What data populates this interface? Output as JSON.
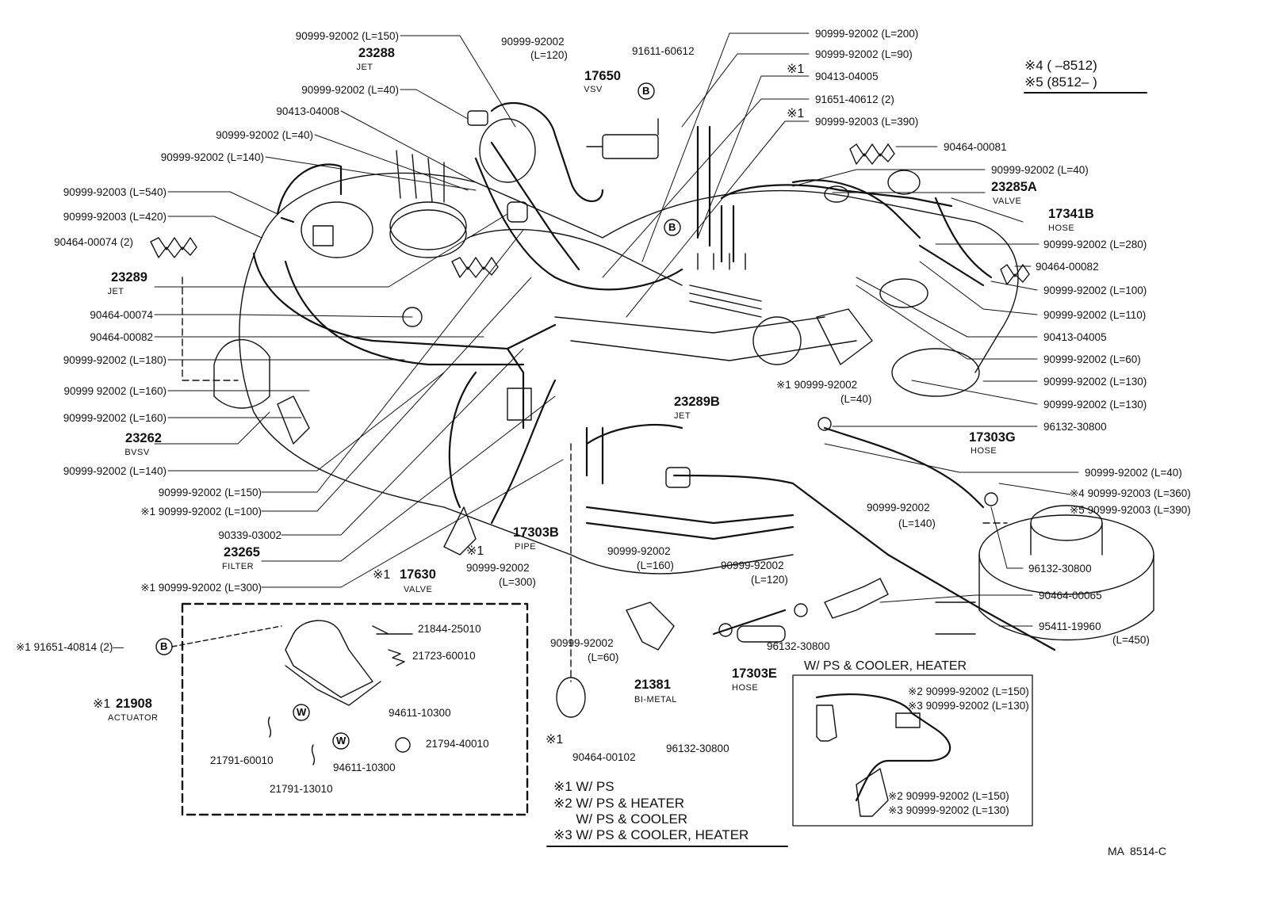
{
  "diagram": {
    "code": "MA  8514-C",
    "box_title": "W/ PS & COOLER, HEATER",
    "note_top": [
      "※4 (        –8512)",
      "※5 (8512–        )"
    ],
    "notes_bottom": [
      "※1 W/ PS",
      "※2 W/ PS & HEATER",
      "      W/ PS & COOLER",
      "※3 W/ PS & COOLER, HEATER"
    ],
    "circle_marks": {
      "B": "B",
      "W": "W"
    },
    "labels_left": [
      {
        "text": "90999-92002 (L=150)"
      },
      {
        "text": "90999-92002 (L=40)"
      },
      {
        "text": "90413-04008"
      },
      {
        "text": "90999-92002 (L=40)"
      },
      {
        "text": "90999-92002 (L=140)"
      },
      {
        "text": "90999-92003 (L=540)"
      },
      {
        "text": "90999-92003 (L=420)"
      },
      {
        "text": "90464-00074 (2)"
      },
      {
        "text": "90464-00074"
      },
      {
        "text": "90464-00082"
      },
      {
        "text": "90999-92002 (L=180)"
      },
      {
        "text": "90999 92002 (L=160)"
      },
      {
        "text": "90999-92002 (L=160)"
      },
      {
        "text": "90999-92002 (L=140)"
      },
      {
        "text": "90999-92002 (L=150)"
      },
      {
        "text": "※1  90999-92002 (L=100)"
      },
      {
        "text": "90339-03002"
      },
      {
        "text": "※1  90999-92002 (L=300)"
      }
    ],
    "parts_named": [
      {
        "num": "23288",
        "name": "JET"
      },
      {
        "num": "23289",
        "name": "JET"
      },
      {
        "num": "23262",
        "name": "BVSV"
      },
      {
        "num": "23265",
        "name": "FILTER"
      },
      {
        "num": "17650",
        "name": "VSV"
      },
      {
        "num": "17630",
        "name": "VALVE",
        "prefix": "※1"
      },
      {
        "num": "17303B",
        "name": "PIPE"
      },
      {
        "num": "23289B",
        "name": "JET"
      },
      {
        "num": "17303G",
        "name": "HOSE"
      },
      {
        "num": "23285A",
        "name": "VALVE"
      },
      {
        "num": "17341B",
        "name": "HOSE"
      },
      {
        "num": "21381",
        "name": "BI-METAL"
      },
      {
        "num": "17303E",
        "name": "HOSE"
      },
      {
        "num": "21908",
        "name": "ACTUATOR",
        "prefix": "※1"
      }
    ],
    "labels_top": [
      {
        "text": "90999-92002"
      },
      {
        "text": "(L=120)"
      },
      {
        "text": "91611-60612"
      }
    ],
    "labels_right": [
      {
        "text": "90999-92002 (L=200)"
      },
      {
        "text": "90999-92002 (L=90)"
      },
      {
        "text": "90413-04005",
        "prefix": "※1"
      },
      {
        "text": "91651-40612 (2)"
      },
      {
        "text": "90999-92003 (L=390)",
        "prefix": "※1"
      },
      {
        "text": "90464-00081"
      },
      {
        "text": "90999-92002 (L=40)"
      },
      {
        "text": "90999-92002 (L=280)"
      },
      {
        "text": "90464-00082"
      },
      {
        "text": "90999-92002 (L=100)"
      },
      {
        "text": "90999-92002 (L=110)"
      },
      {
        "text": "90413-04005"
      },
      {
        "text": "90999-92002 (L=60)"
      },
      {
        "text": "90999-92002 (L=130)"
      },
      {
        "text": "90999-92002 (L=130)"
      },
      {
        "text": "96132-30800"
      },
      {
        "text": "90999-92002 (L=40)"
      },
      {
        "text": "※4  90999-92003 (L=360)"
      },
      {
        "text": "※5  90999-92003 (L=390)"
      },
      {
        "text": "96132-30800"
      },
      {
        "text": "90464-00065"
      },
      {
        "text": "95411-19960"
      },
      {
        "text": "(L=450)"
      }
    ],
    "labels_center": [
      {
        "text": "※1  90999-92002"
      },
      {
        "text": "(L=40)"
      },
      {
        "text": "90999-92002"
      },
      {
        "text": "(L=140)"
      },
      {
        "text": "※1"
      },
      {
        "text": "90999-92002"
      },
      {
        "text": "(L=300)"
      },
      {
        "text": "90999-92002"
      },
      {
        "text": "(L=160)"
      },
      {
        "text": "90999-92002"
      },
      {
        "text": "(L=120)"
      },
      {
        "text": "90999-92002"
      },
      {
        "text": "(L=60)"
      },
      {
        "text": "96132-30800"
      },
      {
        "text": "96132-30800"
      },
      {
        "text": "※1"
      },
      {
        "text": "90464-00102"
      }
    ],
    "actuator_box": [
      {
        "text": "※1 91651-40814 (2)—"
      },
      {
        "text": "21844-25010"
      },
      {
        "text": "21723-60010"
      },
      {
        "text": "94611-10300"
      },
      {
        "text": "21794-40010"
      },
      {
        "text": "94611-10300"
      },
      {
        "text": "21791-60010"
      },
      {
        "text": "21791-13010"
      }
    ],
    "cooler_box": [
      {
        "text": "※2  90999-92002 (L=150)"
      },
      {
        "text": "※3  90999-92002 (L=130)"
      },
      {
        "text": "※2  90999-92002 (L=150)"
      },
      {
        "text": "※3  90999-92002 (L=130)"
      }
    ]
  }
}
